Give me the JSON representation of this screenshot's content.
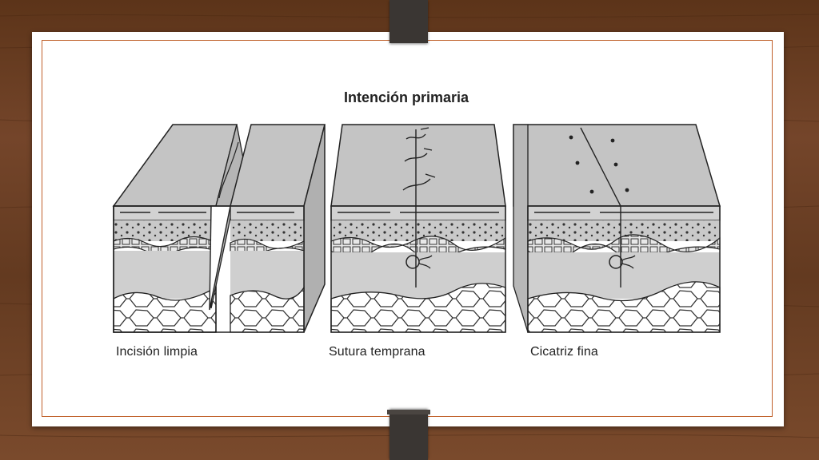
{
  "slide": {
    "title": "Intención primaria",
    "captions": [
      "Incisión limpia",
      "Sutura temprana",
      "Cicatriz fina"
    ]
  },
  "colors": {
    "wood": "#6b3e22",
    "frame": "#c0602a",
    "clip": "#3a3633",
    "tissue": "#cfcfcf",
    "ink": "#222222"
  }
}
